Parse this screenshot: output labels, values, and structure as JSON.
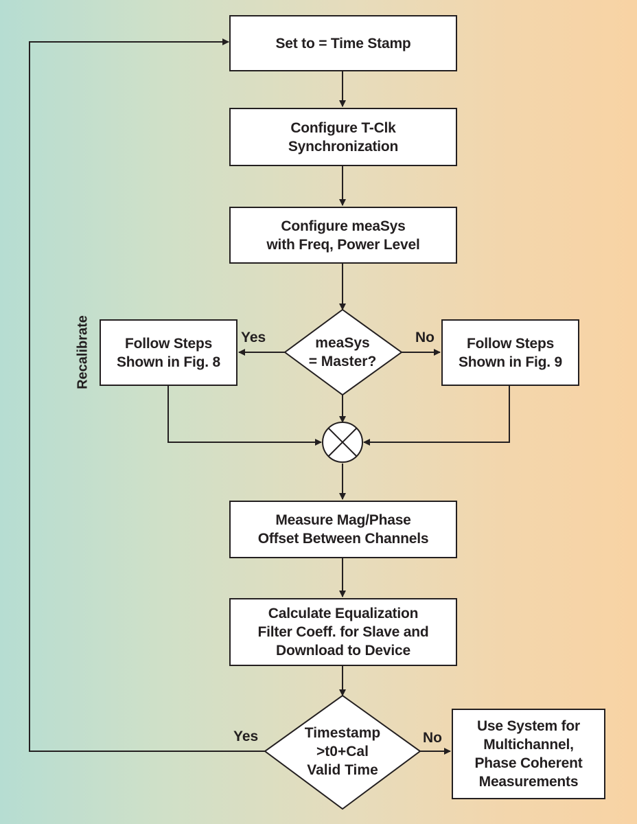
{
  "steps": {
    "set_t0": [
      "Set to = Time Stamp"
    ],
    "tclk": [
      "Configure T-Clk",
      "Synchronization"
    ],
    "measys": [
      "Configure meaSys",
      "with Freq, Power Level"
    ],
    "fig8": [
      "Follow Steps",
      "Shown in Fig. 8"
    ],
    "fig9": [
      "Follow Steps",
      "Shown in Fig. 9"
    ],
    "measure": [
      "Measure Mag/Phase",
      "Offset Between Channels"
    ],
    "calculate": [
      "Calculate Equalization",
      "Filter Coeff. for Slave and",
      "Download to Device"
    ],
    "use_system": [
      "Use System for",
      "Multichannel,",
      "Phase Coherent",
      "Measurements"
    ]
  },
  "decisions": {
    "master": [
      "meaSys",
      "= Master?"
    ],
    "timestamp": [
      "Timestamp",
      ">t0+Cal",
      "Valid Time"
    ]
  },
  "branch_labels": {
    "master_yes": "Yes",
    "master_no": "No",
    "timestamp_yes": "Yes",
    "timestamp_no": "No"
  },
  "loop_label": "Recalibrate",
  "colors": {
    "gradient_left": "#b6ddd2",
    "gradient_right": "#f8d3a4",
    "stroke": "#231f20",
    "box_fill": "#ffffff"
  },
  "icons": {
    "summing_junction": "circle-x-icon"
  }
}
